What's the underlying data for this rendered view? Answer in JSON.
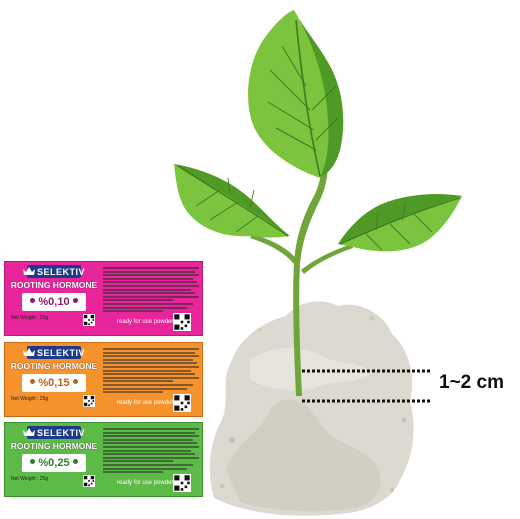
{
  "measure_label": "1~2 cm",
  "labels": [
    {
      "brand": "SELEKTIV",
      "product": "ROOTING HORMONE",
      "concentration": "%0,10",
      "net_weight": "Net Weight : 25g",
      "ready_text": "ready for use powder",
      "color": "#e8259a",
      "border": "#b81a79",
      "accent": "#8a1a6a"
    },
    {
      "brand": "SELEKTIV",
      "product": "ROOTING HORMONE",
      "concentration": "%0,15",
      "net_weight": "Net Weight : 25g",
      "ready_text": "ready for use powder",
      "color": "#f5922b",
      "border": "#c96d14",
      "accent": "#b5651d"
    },
    {
      "brand": "SELEKTIV",
      "product": "ROOTING HORMONE",
      "concentration": "%0,25",
      "net_weight": "Net Weight : 25g",
      "ready_text": "ready for use powder",
      "color": "#5cba47",
      "border": "#3d8f2d",
      "accent": "#2f7f2a"
    }
  ],
  "colors": {
    "leaf": "#7cc43e",
    "leaf_shadow": "#4f9a27",
    "leaf_vein": "#3f7a20",
    "stem": "#6fa53a",
    "powder": "#dcd9d0",
    "powder_shadow": "#b9b5aa",
    "dotted_line": "#111111",
    "brand_box": "#1e3a8a"
  }
}
